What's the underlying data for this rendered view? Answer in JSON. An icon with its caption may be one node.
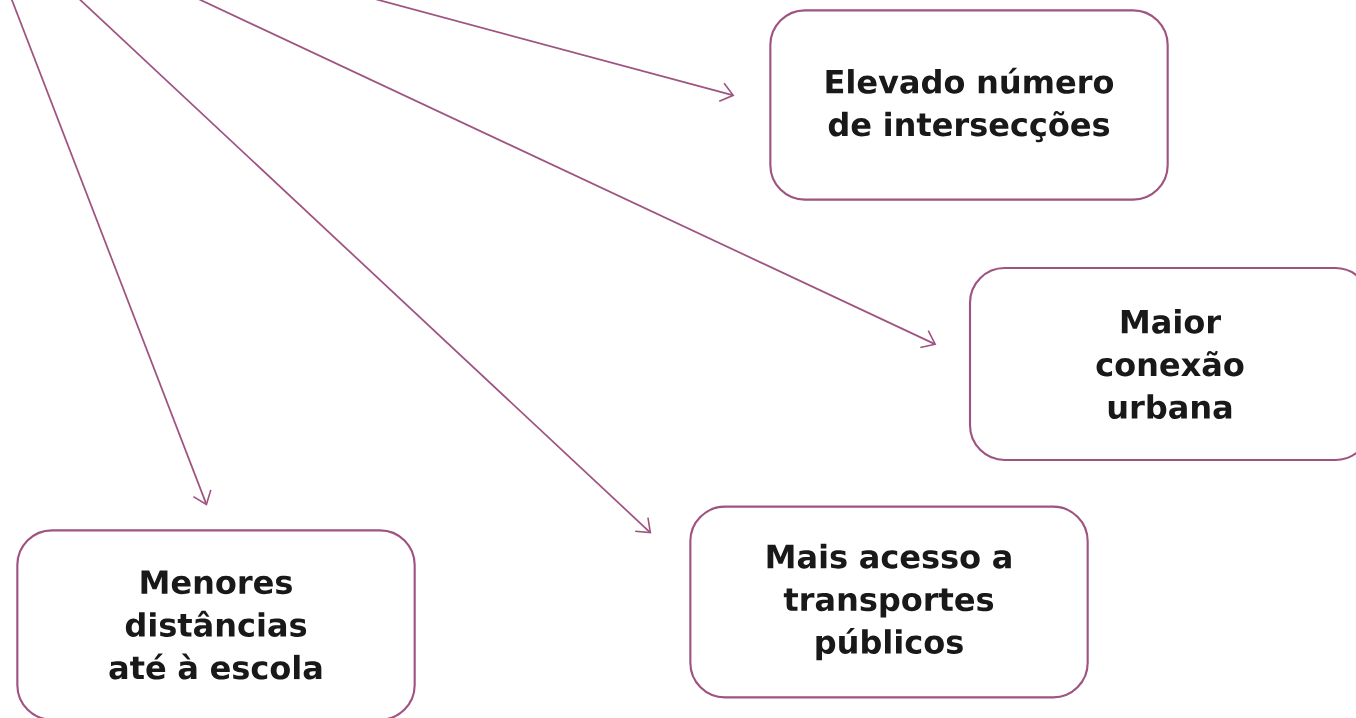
{
  "diagram": {
    "nodes": [
      {
        "text": [
          "Elevado número de intersecções"
        ]
      },
      {
        "text": [
          "Maior conexão urbana"
        ]
      },
      {
        "text": [
          "Mais acesso a transportes públicos"
        ]
      },
      {
        "text": [
          "Menores distâncias até à escola"
        ]
      }
    ],
    "edges": [
      {
        "from": null,
        "to": 0,
        "arrow": "to"
      },
      {
        "from": null,
        "to": 1,
        "arrow": "to"
      },
      {
        "from": null,
        "to": 2,
        "arrow": "to"
      },
      {
        "from": null,
        "to": 3,
        "arrow": "to"
      }
    ]
  }
}
